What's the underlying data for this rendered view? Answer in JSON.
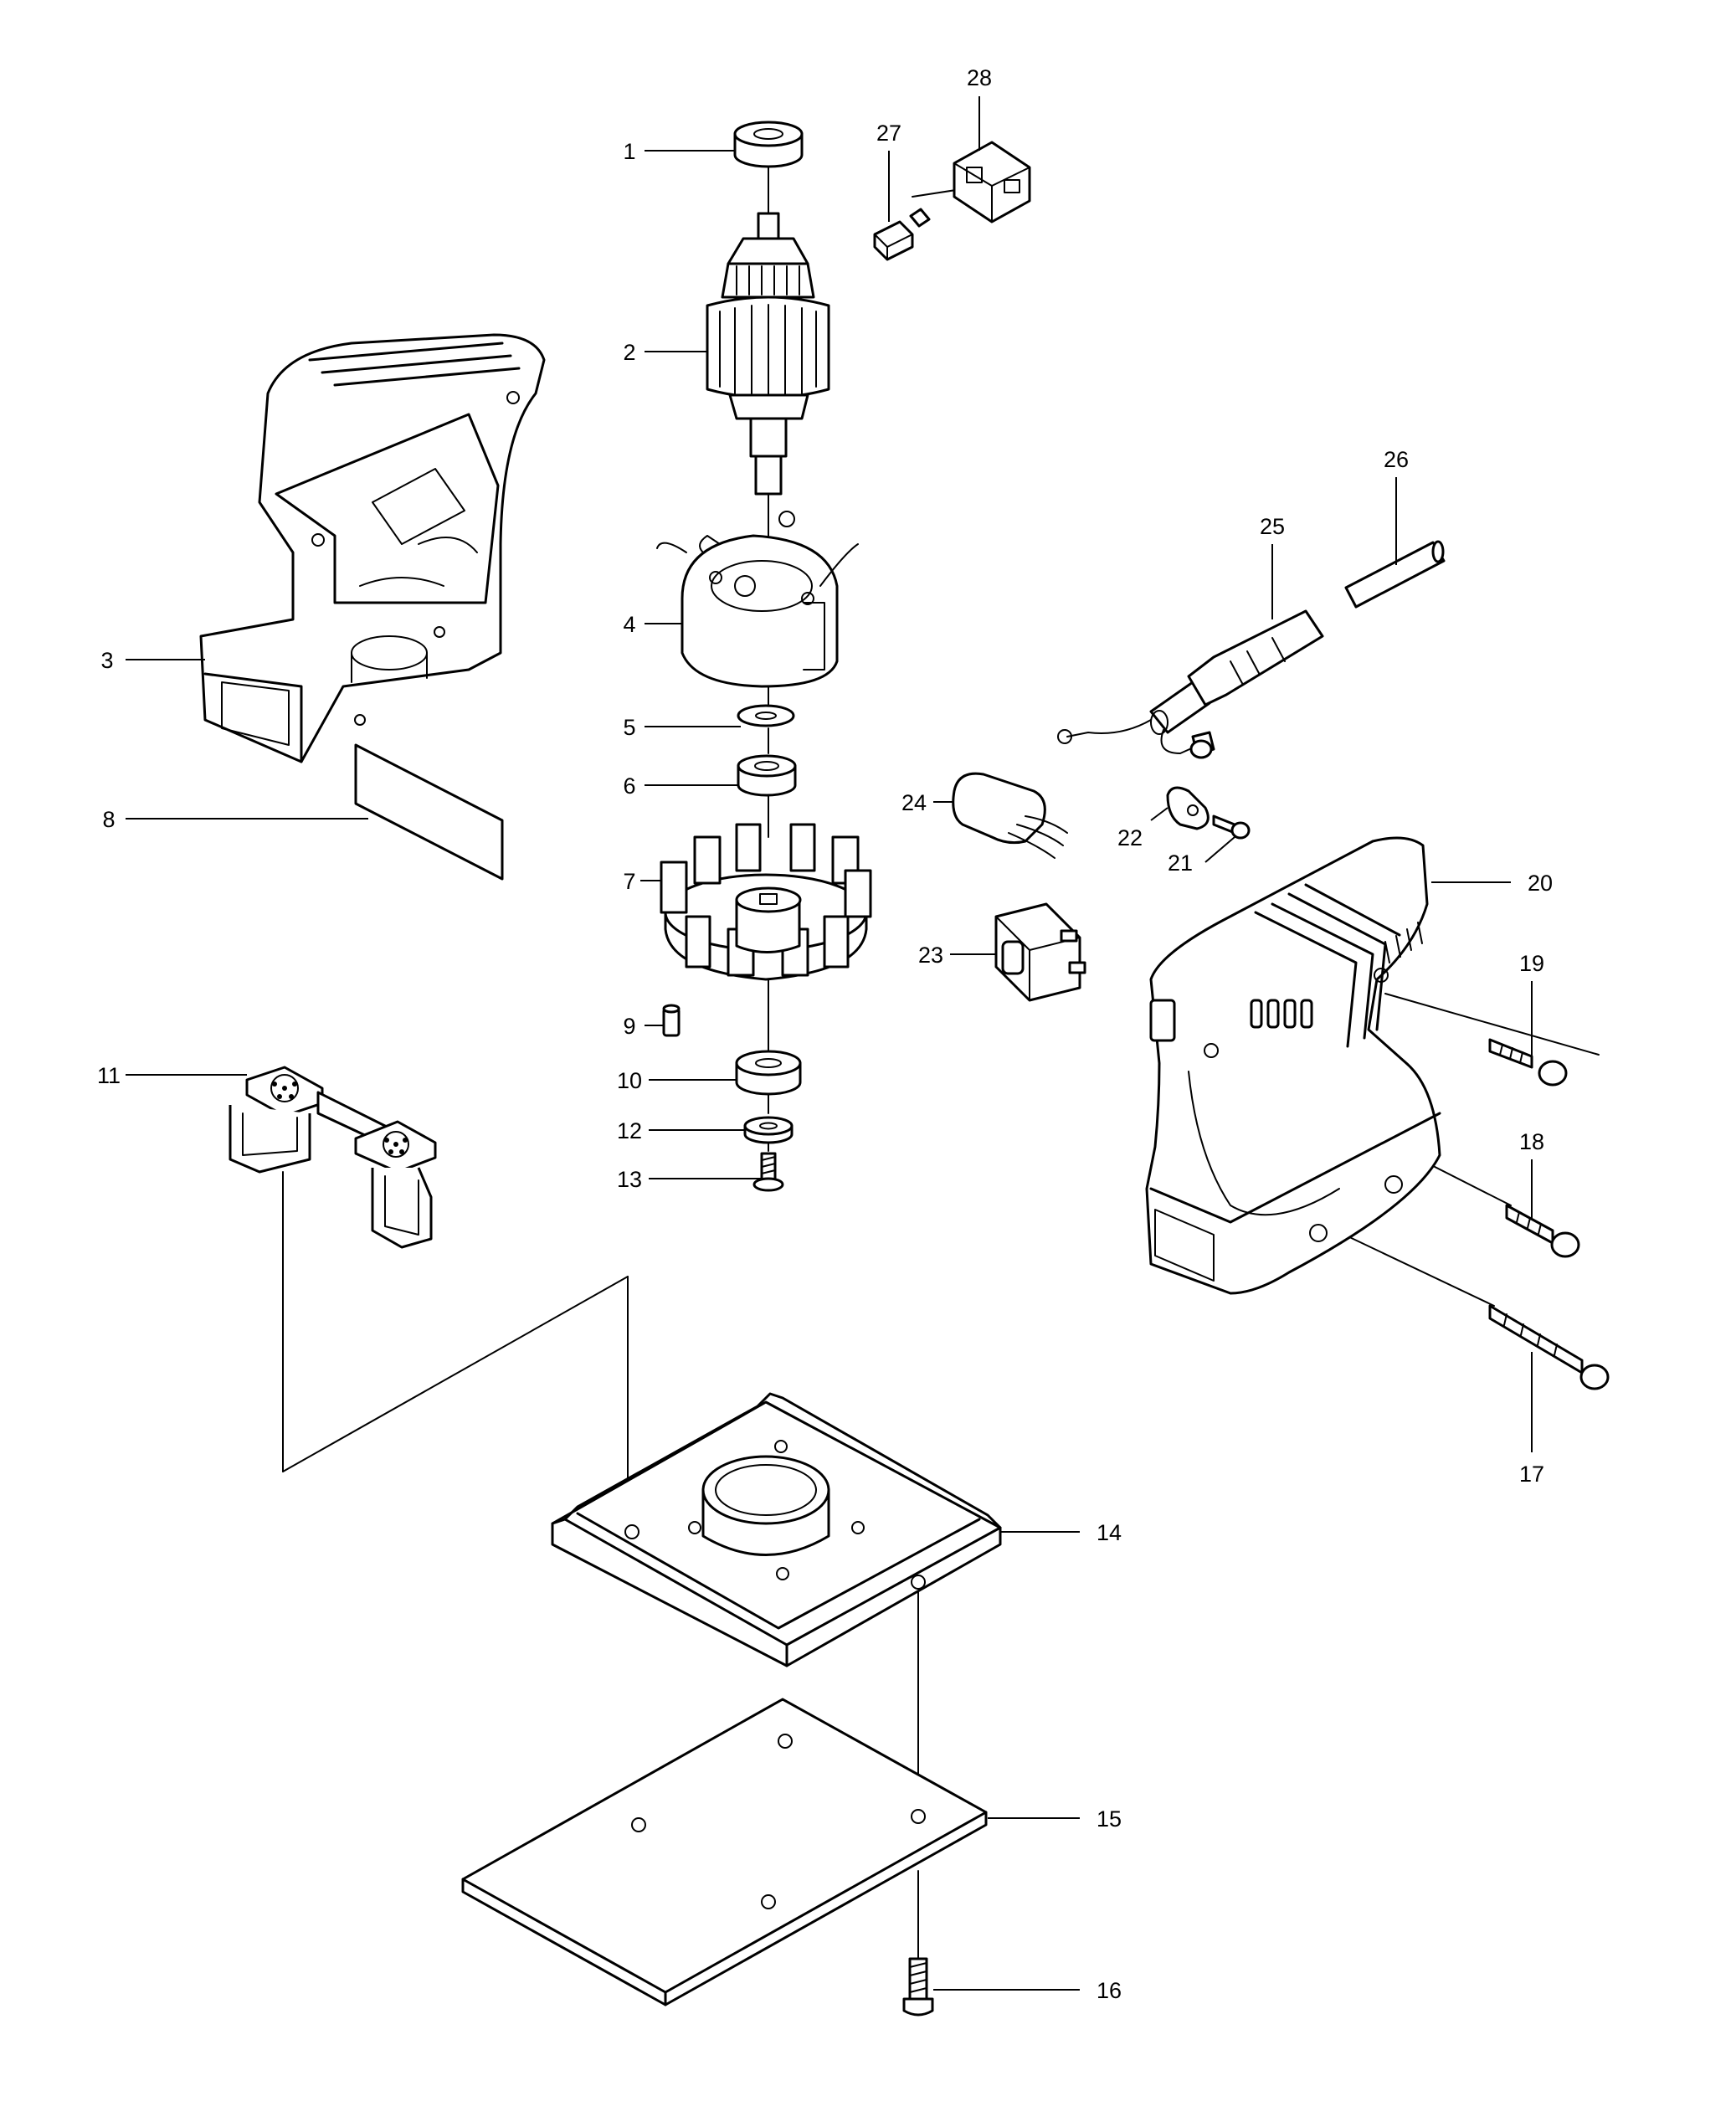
{
  "colors": {
    "line": "#000000",
    "background": "#ffffff"
  },
  "parts": [
    {
      "id": "1"
    },
    {
      "id": "2"
    },
    {
      "id": "3"
    },
    {
      "id": "4"
    },
    {
      "id": "5"
    },
    {
      "id": "6"
    },
    {
      "id": "7"
    },
    {
      "id": "8"
    },
    {
      "id": "9"
    },
    {
      "id": "10"
    },
    {
      "id": "11"
    },
    {
      "id": "12"
    },
    {
      "id": "13"
    },
    {
      "id": "14"
    },
    {
      "id": "15"
    },
    {
      "id": "16"
    },
    {
      "id": "17"
    },
    {
      "id": "18"
    },
    {
      "id": "19"
    },
    {
      "id": "20"
    },
    {
      "id": "21"
    },
    {
      "id": "22"
    },
    {
      "id": "23"
    },
    {
      "id": "24"
    },
    {
      "id": "25"
    },
    {
      "id": "26"
    },
    {
      "id": "27"
    },
    {
      "id": "28"
    }
  ]
}
